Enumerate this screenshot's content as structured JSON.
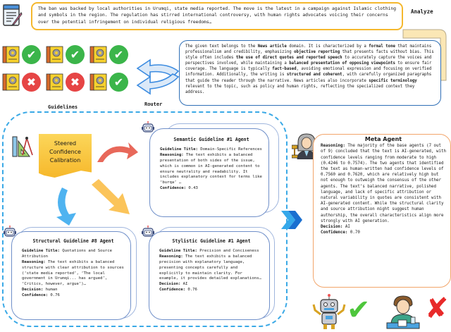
{
  "input": {
    "text": "The ban was backed by local authorities in Urumqi, state media reported. The move is the latest in a campaign against Islamic clothing and symbols in the region. The regulation has stirred international controversy, with human rights advocates voicing their concerns over the potential infringement on individual religious freedoms…"
  },
  "analyze_label": "Analyze",
  "domain_analysis": {
    "segments": [
      {
        "t": "The given text belongs to the ",
        "b": false
      },
      {
        "t": "News article",
        "b": true
      },
      {
        "t": " domain. It is characterized by a ",
        "b": false
      },
      {
        "t": "formal tone",
        "b": true
      },
      {
        "t": " that maintains professionalism and credibility, emphasizing ",
        "b": false
      },
      {
        "t": "objective reporting",
        "b": true
      },
      {
        "t": " that presents facts without bias. This style often includes ",
        "b": false
      },
      {
        "t": "the use of direct quotes and reported speech",
        "b": true
      },
      {
        "t": " to accurately capture the voices and perspectives involved, while maintaining a ",
        "b": false
      },
      {
        "t": "balanced presentation of opposing viewpoints",
        "b": true
      },
      {
        "t": " to ensure fair coverage. The language is typically ",
        "b": false
      },
      {
        "t": "fact-based",
        "b": true
      },
      {
        "t": ", avoiding emotional expression and focusing on verified information. Additionally, the writing is ",
        "b": false
      },
      {
        "t": "structured and coherent",
        "b": true
      },
      {
        "t": ", with carefully organized paragraphs that guide the reader through the narrative. News articles also incorporate ",
        "b": false
      },
      {
        "t": "specific terminology",
        "b": true
      },
      {
        "t": " relevant to the topic, such as policy and human rights, reflecting the specialized context they address.",
        "b": false
      }
    ]
  },
  "guidelines": {
    "label": "Guidelines",
    "rows": [
      [
        "check",
        "check",
        "check"
      ],
      [
        "cross",
        "cross",
        "check"
      ]
    ],
    "icons": {
      "check": "✔",
      "cross": "✖"
    }
  },
  "router": {
    "label": "Router"
  },
  "steered": {
    "line1": "Steered",
    "line2": "Confidence",
    "line3": "Calibration"
  },
  "agents": {
    "semantic": {
      "title": "Semantic Guideline #1 Agent",
      "guideline_label": "Guideline Title:",
      "guideline_value": " Domain-Specific References",
      "reasoning_label": "Reasoning:",
      "reasoning_value": " The text exhibits a balanced presentation of both sides of the issue, which is common in AI-generated content to ensure neutrality and readability. It includes explanatory context for terms like ‘burqa’ …",
      "confidence_label": "Confidence:",
      "confidence_value": " 0.43"
    },
    "structural": {
      "title": "Structural Guideline #8 Agent",
      "guideline_label": "Guideline Title:",
      "guideline_value": " Quotations and Source Attribution",
      "reasoning_label": "Reasoning:",
      "reasoning_value": " The text exhibits a balanced structure with clear attribution to sources (‘state media reported’, ‘The local government in Urumqi... has argued’, ‘Critics, however, argue’)…",
      "decision_label": "Decision:",
      "decision_value": " human",
      "confidence_label": "Confidence:",
      "confidence_value": " 0.76"
    },
    "stylistic": {
      "title": "Stylistic Guideline #1 Agent",
      "guideline_label": "Guideline Title:",
      "guideline_value": " Precision and Conciseness",
      "reasoning_label": "Reasoning:",
      "reasoning_value": " The text exhibits a balanced precision with explanatory language, presenting concepts carefully and explicitly to maintain clarity. For example, it provides detailed explanations…",
      "decision_label": "Decision:",
      "decision_value": " AI",
      "confidence_label": "Confidence:",
      "confidence_value": " 0.76"
    }
  },
  "meta_agent": {
    "title": "Meta Agent",
    "reasoning_label": "Reasoning:",
    "reasoning_value": " The majority of the base agents (7 out of 9) concluded that the text is AI-generated, with confidence levels ranging from moderate to high (0.4246 to 0.7574). The two agents that identified the text as human-written had confidence levels of 0.7560 and 0.7620, which are relatively high but not enough to outweigh the consensus of the other agents. The text’s balanced narrative, polished language, and lack of specific attribution or natural variability in quotes are consistent with AI-generated content. While the structural clarity and source attribution might suggest human authorship, the overall characteristics align more strongly with AI generation.",
    "decision_label": "Decision:",
    "decision_value": " AI",
    "confidence_label": "Confidence:",
    "confidence_value": " 0.70"
  },
  "outcome": {
    "ai_mark": "✔",
    "human_mark": "✘"
  },
  "colors": {
    "input_border": "#f5b82e",
    "domain_border": "#2f6fb6",
    "dashed": "#3aa9e6",
    "meta_border": "#f2a56a",
    "check_green": "#3bb54a",
    "cross_red": "#e64545"
  }
}
